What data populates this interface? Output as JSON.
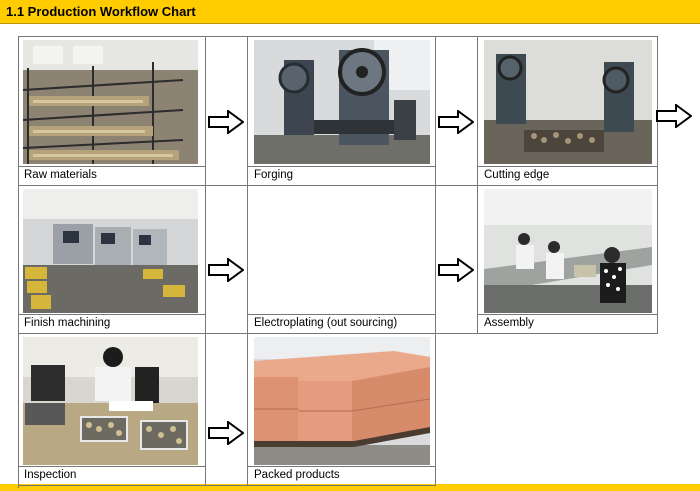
{
  "header": {
    "title": "1.1 Production Workflow Chart"
  },
  "colors": {
    "accent": "#ffcc00",
    "border": "#777777"
  },
  "steps": [
    {
      "caption": "Raw materials"
    },
    {
      "caption": "Forging"
    },
    {
      "caption": "Cutting edge"
    },
    {
      "caption": "Finish machining"
    },
    {
      "caption": "Electroplating (out sourcing)"
    },
    {
      "caption": "Assembly"
    },
    {
      "caption": "Inspection"
    },
    {
      "caption": "Packed products"
    }
  ],
  "icons": {
    "flow_arrow": "right-arrow-icon"
  }
}
